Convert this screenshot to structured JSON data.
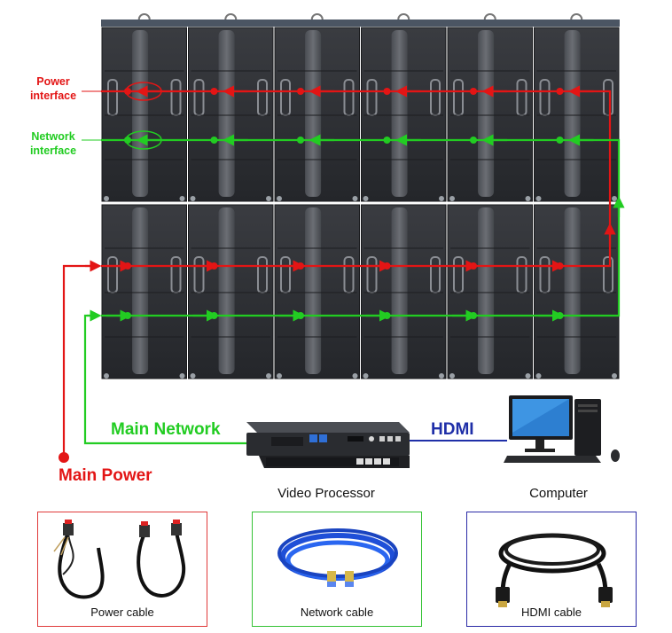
{
  "labels": {
    "power_interface": "Power\ninterface",
    "network_interface": "Network\ninterface",
    "main_network": "Main Network",
    "main_power": "Main Power",
    "hdmi": "HDMI",
    "video_processor": "Video Processor",
    "computer": "Computer"
  },
  "cables": [
    {
      "caption": "Power cable",
      "border_color": "#e03a3a"
    },
    {
      "caption": "Network cable",
      "border_color": "#34c234"
    },
    {
      "caption": "HDMI cable",
      "border_color": "#2a2aa6"
    }
  ],
  "colors": {
    "power": "#e31515",
    "network": "#22cc22",
    "hdmi": "#1f2fa8",
    "cabinet": "#2b2d31"
  }
}
